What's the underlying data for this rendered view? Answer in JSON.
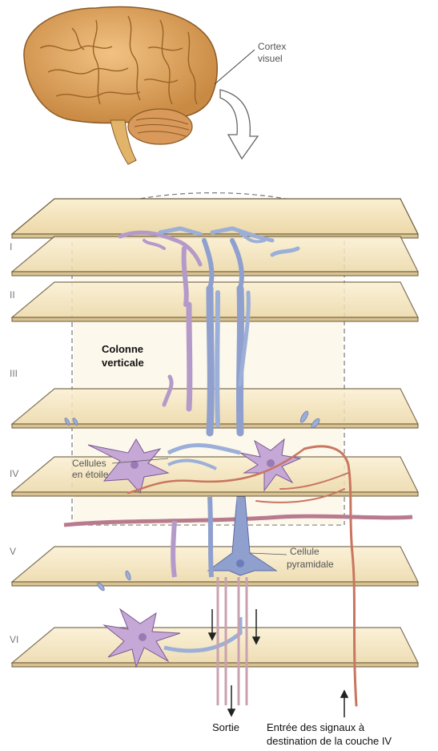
{
  "labels": {
    "cortex_visuel_line1": "Cortex",
    "cortex_visuel_line2": "visuel",
    "colonne_line1": "Colonne",
    "colonne_line2": "verticale",
    "cellules_line1": "Cellules",
    "cellules_line2": "en étoile",
    "cellule_line1": "Cellule",
    "cellule_line2": "pyramidale",
    "sortie": "Sortie",
    "entree_line1": "Entrée des signaux à",
    "entree_line2": "destination de la couche IV"
  },
  "layers": [
    "I",
    "II",
    "III",
    "IV",
    "V",
    "VI"
  ],
  "colors": {
    "plate_fill": "#f5e6bf",
    "plate_edge": "#6b5a3a",
    "brain": "#e0a35c",
    "neuron_purple": "#b49ac9",
    "neuron_blue": "#8fa0cf",
    "axon_red": "#c9765f"
  }
}
